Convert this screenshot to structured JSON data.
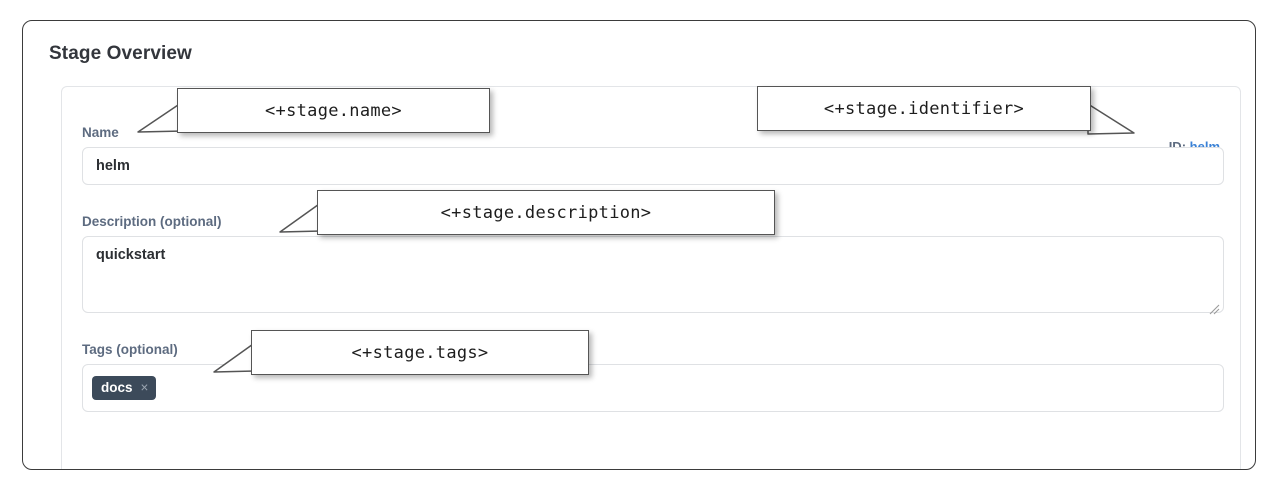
{
  "panel": {
    "title": "Stage Overview"
  },
  "identifier": {
    "label": "ID:",
    "value": "helm"
  },
  "fields": {
    "name": {
      "label": "Name",
      "value": "helm",
      "placeholder": ""
    },
    "description": {
      "label": "Description (optional)",
      "value": "quickstart",
      "placeholder": ""
    },
    "tags": {
      "label": "Tags (optional)",
      "chips": [
        {
          "text": "docs",
          "remove_glyph": "×"
        }
      ],
      "placeholder": ""
    }
  },
  "callouts": [
    {
      "text": "<+stage.name>"
    },
    {
      "text": "<+stage.identifier>"
    },
    {
      "text": "<+stage.description>"
    },
    {
      "text": "<+stage.tags>"
    }
  ],
  "colors": {
    "frame_border": "#3b3b3b",
    "label": "#5d6b80",
    "id_link": "#3b82d6",
    "tag_chip_bg": "#3c4a5a",
    "callout_border": "#555555"
  }
}
